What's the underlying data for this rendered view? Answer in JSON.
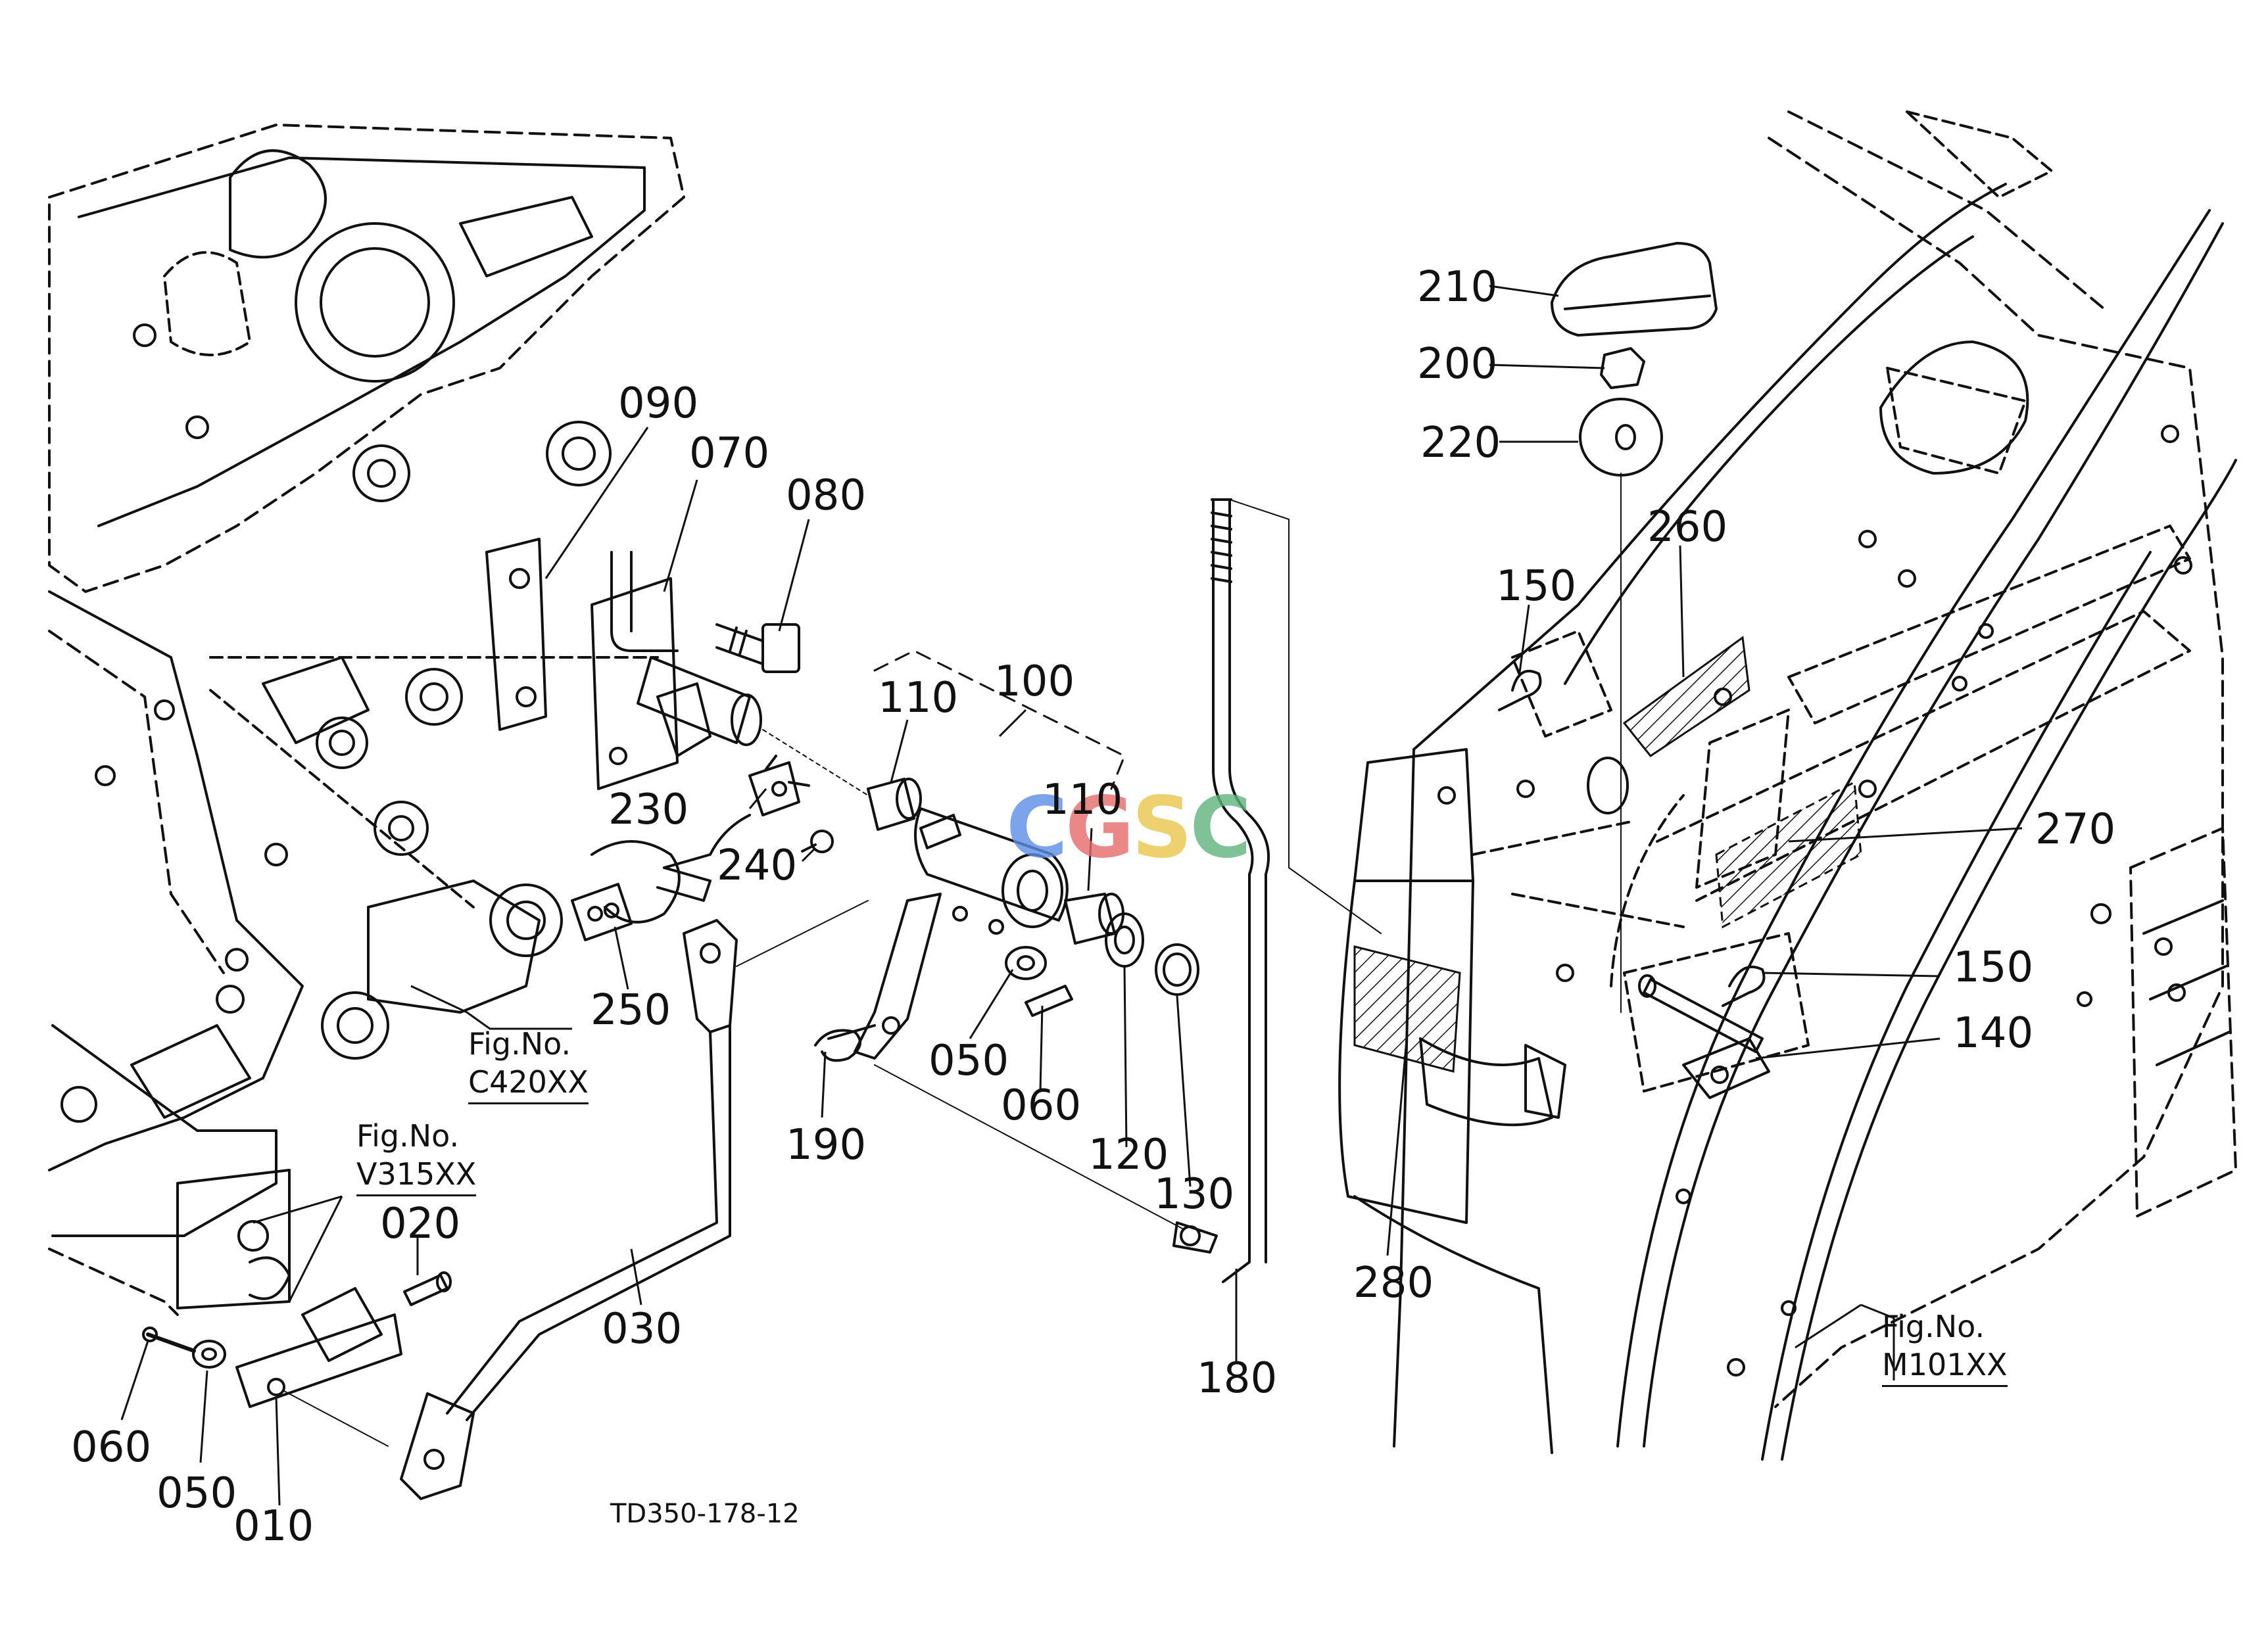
{
  "diagram": {
    "drawing_code": "TD350-178-12",
    "watermark": {
      "letters": [
        "C",
        "G",
        "S",
        "C"
      ],
      "colors": [
        "#5b8ee6",
        "#e66a6a",
        "#e8c64a",
        "#5fb37c"
      ]
    },
    "figure_refs": [
      {
        "id": "c420",
        "label": "Fig.No.",
        "number": "C420XX"
      },
      {
        "id": "v315",
        "label": "Fig.No.",
        "number": "V315XX"
      },
      {
        "id": "m101",
        "label": "Fig.No.",
        "number": "M101XX"
      }
    ],
    "part_callouts": [
      {
        "id": "p090",
        "text": "090"
      },
      {
        "id": "p070",
        "text": "070"
      },
      {
        "id": "p080",
        "text": "080"
      },
      {
        "id": "p110a",
        "text": "110"
      },
      {
        "id": "p100",
        "text": "100"
      },
      {
        "id": "p110b",
        "text": "110"
      },
      {
        "id": "p230",
        "text": "230"
      },
      {
        "id": "p240",
        "text": "240"
      },
      {
        "id": "p250",
        "text": "250"
      },
      {
        "id": "p050a",
        "text": "050"
      },
      {
        "id": "p060a",
        "text": "060"
      },
      {
        "id": "p120",
        "text": "120"
      },
      {
        "id": "p130",
        "text": "130"
      },
      {
        "id": "p190",
        "text": "190"
      },
      {
        "id": "p020",
        "text": "020"
      },
      {
        "id": "p030",
        "text": "030"
      },
      {
        "id": "p060b",
        "text": "060"
      },
      {
        "id": "p050b",
        "text": "050"
      },
      {
        "id": "p010",
        "text": "010"
      },
      {
        "id": "p180",
        "text": "180"
      },
      {
        "id": "p210",
        "text": "210"
      },
      {
        "id": "p200",
        "text": "200"
      },
      {
        "id": "p220",
        "text": "220"
      },
      {
        "id": "p260",
        "text": "260"
      },
      {
        "id": "p150a",
        "text": "150"
      },
      {
        "id": "p270",
        "text": "270"
      },
      {
        "id": "p150b",
        "text": "150"
      },
      {
        "id": "p140",
        "text": "140"
      },
      {
        "id": "p280",
        "text": "280"
      }
    ]
  }
}
